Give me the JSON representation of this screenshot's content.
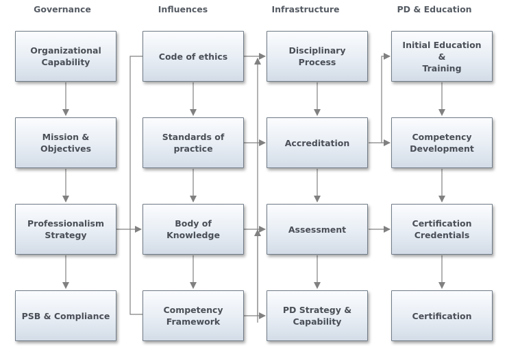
{
  "headers": {
    "governance": "Governance",
    "influences": "Influences",
    "infrastructure": "Infrastructure",
    "pd_education": "PD & Education"
  },
  "boxes": {
    "organizational_capability": "Organizational\nCapability",
    "mission_objectives": "Mission & Objectives",
    "professionalism_strategy": "Professionalism\nStrategy",
    "psb_compliance": "PSB & Compliance",
    "code_of_ethics": "Code of ethics",
    "standards_of_practice": "Standards of practice",
    "body_of_knowledge": "Body of Knowledge",
    "competency_framework": "Competency\nFramework",
    "disciplinary_process": "Disciplinary Process",
    "accreditation": "Accreditation",
    "assessment": "Assessment",
    "pd_strategy_capability": "PD Strategy &\nCapability",
    "initial_education_training": "Initial Education &\nTraining",
    "competency_development": "Competency\nDevelopment",
    "certification_credentials": "Certification\nCredentials",
    "certification": "Certification"
  },
  "colors": {
    "connector": "#808080",
    "box_border": "#6f7a86",
    "header_text": "#555b63",
    "box_text": "#4a4f57"
  }
}
